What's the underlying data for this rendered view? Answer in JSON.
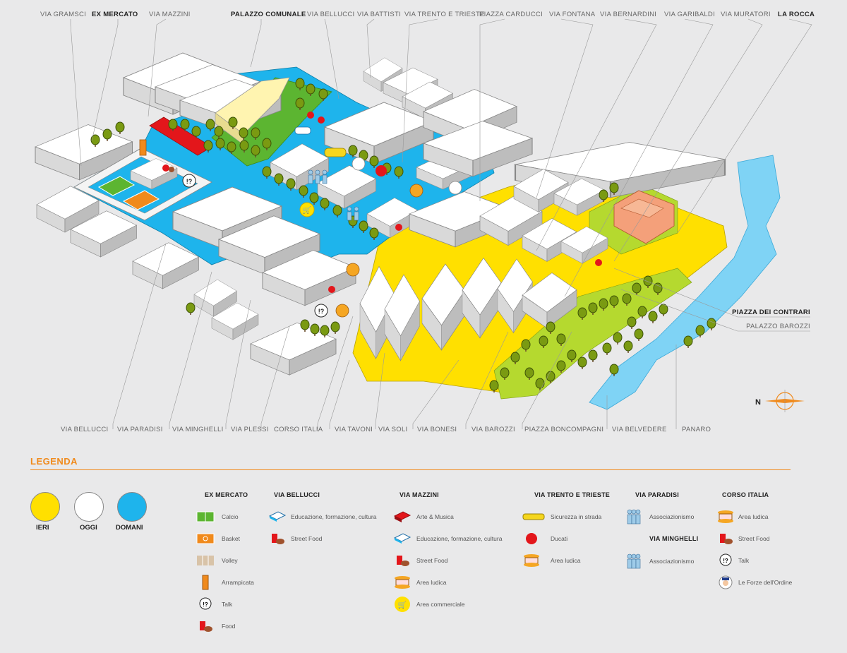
{
  "map": {
    "top_labels": [
      {
        "text": "VIA GRAMSCI",
        "bold": false
      },
      {
        "text": "EX MERCATO",
        "bold": true
      },
      {
        "text": "VIA MAZZINI",
        "bold": false
      },
      {
        "text": "PALAZZO COMUNALE",
        "bold": true
      },
      {
        "text": "VIA BELLUCCI",
        "bold": false
      },
      {
        "text": "VIA BATTISTI",
        "bold": false
      },
      {
        "text": "VIA TRENTO E TRIESTE",
        "bold": false
      },
      {
        "text": "PIAZZA CARDUCCI",
        "bold": false
      },
      {
        "text": "VIA FONTANA",
        "bold": false
      },
      {
        "text": "VIA BERNARDINI",
        "bold": false
      },
      {
        "text": "VIA GARIBALDI",
        "bold": false
      },
      {
        "text": "VIA MURATORI",
        "bold": false
      },
      {
        "text": "LA ROCCA",
        "bold": true
      }
    ],
    "right_labels": [
      {
        "text": "PIAZZA DEI CONTRARI",
        "bold": true
      },
      {
        "text": "PALAZZO BAROZZI",
        "bold": false
      }
    ],
    "bottom_labels": [
      "VIA BELLUCCI",
      "VIA PARADISI",
      "VIA MINGHELLI",
      "VIA PLESSI",
      "CORSO ITALIA",
      "VIA TAVONI",
      "VIA SOLI",
      "VIA BONESI",
      "VIA BAROZZI",
      "PIAZZA BONCOMPAGNI",
      "VIA BELVEDERE",
      "PANARO"
    ],
    "compass_label": "N",
    "colors": {
      "ieri": "#ffe000",
      "oggi": "#ffffff",
      "domani": "#1eb4ec",
      "green": "#5cb531",
      "lightgreen": "#b5d92f",
      "river": "#7fd3f5",
      "orange": "#f08a1c",
      "red": "#e3161b"
    }
  },
  "legend": {
    "title": "LEGENDA",
    "periods": [
      {
        "label": "IERI",
        "color": "#ffe000"
      },
      {
        "label": "OGGI",
        "color": "#ffffff"
      },
      {
        "label": "DOMANI",
        "color": "#1eb4ec"
      }
    ],
    "columns": [
      {
        "title": "EX MERCATO",
        "items": [
          {
            "icon": "calcio-field-icon",
            "label": "Calcio"
          },
          {
            "icon": "basket-court-icon",
            "label": "Basket"
          },
          {
            "icon": "volley-court-icon",
            "label": "Volley"
          },
          {
            "icon": "climbing-wall-icon",
            "label": "Arrampicata"
          },
          {
            "icon": "talk-bubble-icon",
            "label": "Talk"
          },
          {
            "icon": "food-icon",
            "label": "Food"
          }
        ]
      },
      {
        "title": "VIA BELLUCCI",
        "items": [
          {
            "icon": "book-icon",
            "label": "Educazione, formazione, cultura"
          },
          {
            "icon": "street-food-icon",
            "label": "Street Food"
          }
        ]
      },
      {
        "title": "VIA MAZZINI",
        "items": [
          {
            "icon": "art-music-icon",
            "label": "Arte & Musica"
          },
          {
            "icon": "book-icon",
            "label": "Educazione, formazione, cultura"
          },
          {
            "icon": "street-food-icon",
            "label": "Street Food"
          },
          {
            "icon": "carousel-icon",
            "label": "Area ludica"
          },
          {
            "icon": "shopping-cart-icon",
            "label": "Area commerciale"
          }
        ]
      },
      {
        "title": "VIA TRENTO E TRIESTE",
        "items": [
          {
            "icon": "yellow-car-icon",
            "label": "Sicurezza in strada"
          },
          {
            "icon": "ducati-logo-icon",
            "label": "Ducati"
          },
          {
            "icon": "carousel-icon",
            "label": "Area ludica"
          }
        ]
      },
      {
        "title": "VIA PARADISI",
        "items": [
          {
            "icon": "people-icon",
            "label": "Associazionismo"
          }
        ]
      },
      {
        "title": "VIA MINGHELLI",
        "items": [
          {
            "icon": "people-icon",
            "label": "Associazionismo"
          }
        ]
      },
      {
        "title": "CORSO ITALIA",
        "items": [
          {
            "icon": "carousel-icon",
            "label": "Area ludica"
          },
          {
            "icon": "street-food-icon",
            "label": "Street Food"
          },
          {
            "icon": "talk-bubble-icon",
            "label": "Talk"
          },
          {
            "icon": "police-officer-icon",
            "label": "Le Forze dell'Ordine"
          }
        ]
      }
    ]
  }
}
